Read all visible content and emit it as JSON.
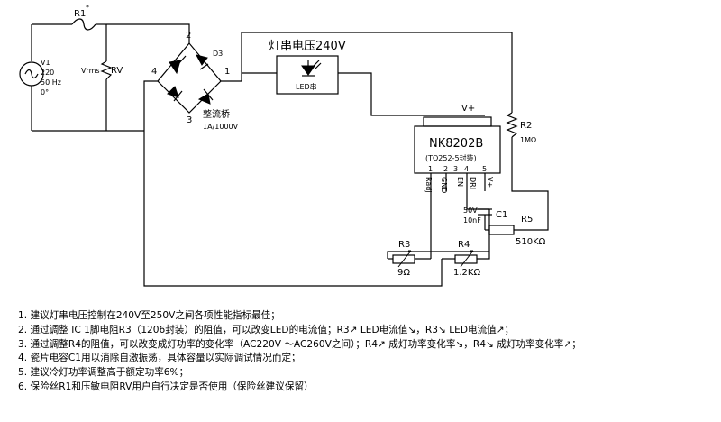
{
  "labels": {
    "r1": "R1",
    "v1": "V1",
    "v1_voltage": "220",
    "v1_freq": "50 Hz",
    "v1_phase": "0°",
    "vrms": "Vrms",
    "rv": "RV",
    "d3": "D3",
    "pin_2": "2",
    "pin_4": "4",
    "pin_1": "1",
    "pin_3": "3",
    "bridge_name": "整流桥",
    "bridge_rating": "1A/1000V",
    "led_string_title": "灯串电压240V",
    "led_box_label": "LED串",
    "v_plus_top": "V+",
    "ic_name": "NK8202B",
    "ic_package": "(TO252-5封装)",
    "ic_pin_nums": [
      "1",
      "2",
      "3",
      "4",
      "5"
    ],
    "ic_pin_names": [
      "Radj",
      "GND",
      "EN",
      "DRI",
      "V+"
    ],
    "r2": "R2",
    "r2_value": "1MΩ",
    "c1": "C1",
    "c1_voltage": "50V",
    "c1_value": "10nF",
    "r5": "R5",
    "r5_value": "510KΩ",
    "r3": "R3",
    "r3_value": "9Ω",
    "r4": "R4",
    "r4_value": "1.2KΩ"
  },
  "notes": [
    "1. 建议灯串电压控制在240V至250V之间各项性能指标最佳；",
    "2. 通过调整 IC 1脚电阻R3（1206封装）的阻值，可以改变LED的电流值；R3↗ LED电流值↘，R3↘ LED电流值↗；",
    "3. 通过调整R4的阻值，可以改变成灯功率的变化率（AC220V ～AC260V之间）；R4↗ 成灯功率变化率↘，R4↘ 成灯功率变化率↗；",
    "4. 瓷片电容C1用以消除自激振荡，具体容量以实际调试情况而定；",
    "5. 建议冷灯功率调整高于额定功率6%；",
    "6. 保险丝R1和压敏电阻RV用户自行决定是否使用（保险丝建议保留）"
  ]
}
